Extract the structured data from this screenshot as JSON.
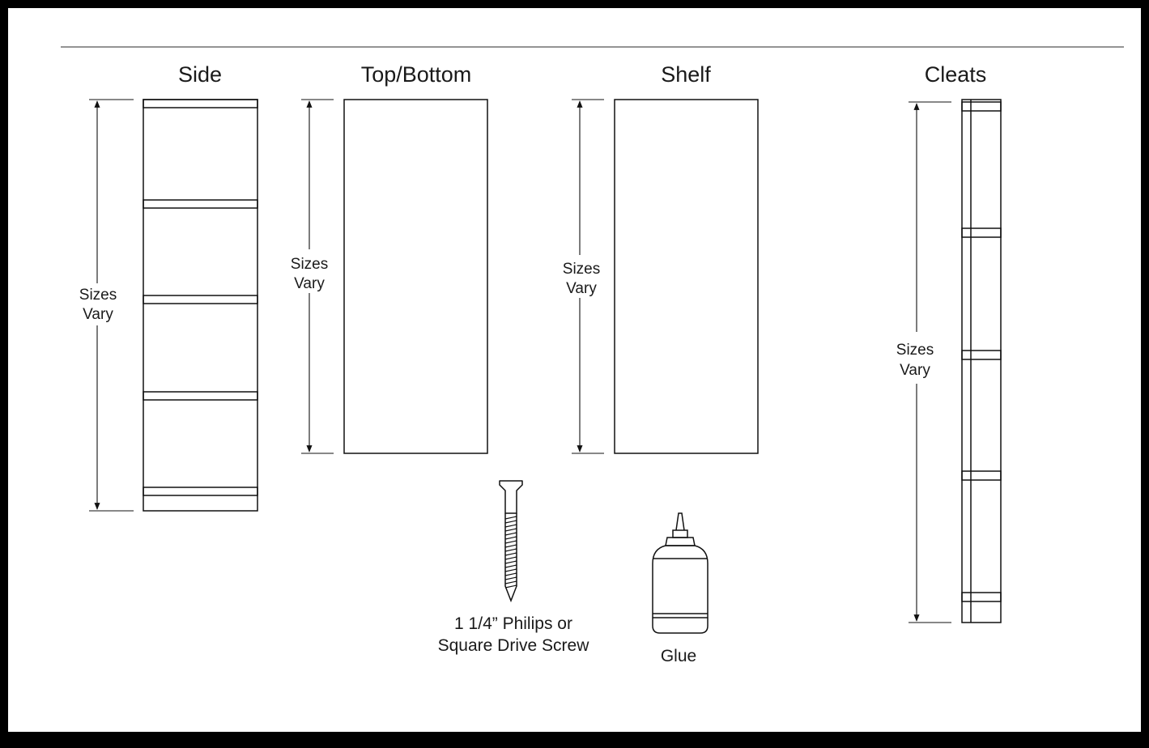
{
  "diagram": {
    "parts": {
      "side": {
        "title": "Side",
        "dimension": [
          "Sizes",
          "Vary"
        ]
      },
      "top_bottom": {
        "title": "Top/Bottom",
        "dimension": [
          "Sizes",
          "Vary"
        ]
      },
      "shelf": {
        "title": "Shelf",
        "dimension": [
          "Sizes",
          "Vary"
        ]
      },
      "cleats": {
        "title": "Cleats",
        "dimension": [
          "Sizes",
          "Vary"
        ]
      }
    },
    "hardware": {
      "screw": {
        "caption": [
          "1 1/4” Philips or",
          "Square Drive Screw"
        ]
      },
      "glue": {
        "caption": "Glue"
      }
    }
  }
}
